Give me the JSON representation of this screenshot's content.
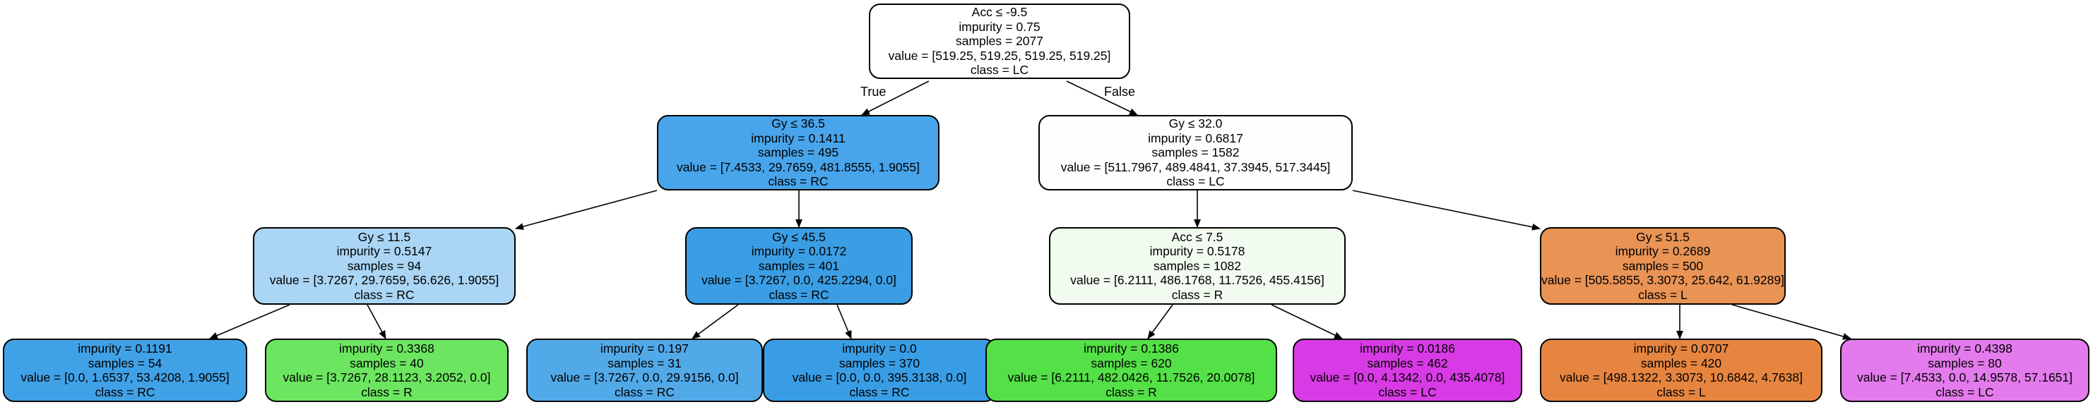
{
  "tree": {
    "edge_labels": {
      "true_label": "True",
      "false_label": "False"
    },
    "nodes": {
      "n0": {
        "condition": "Acc ≤ -9.5",
        "impurity": "impurity = 0.75",
        "samples": "samples = 2077",
        "value": "value = [519.25, 519.25, 519.25, 519.25]",
        "class": "class = LC",
        "fill": "#ffffff"
      },
      "n1": {
        "condition": "Gy ≤ 36.5",
        "impurity": "impurity = 0.1411",
        "samples": "samples = 495",
        "value": "value = [7.4533, 29.7659, 481.8555, 1.9055]",
        "class": "class = RC",
        "fill": "#48a5eb"
      },
      "n2": {
        "condition": "Gy ≤ 32.0",
        "impurity": "impurity = 0.6817",
        "samples": "samples = 1582",
        "value": "value = [511.7967, 489.4841, 37.3945, 517.3445]",
        "class": "class = LC",
        "fill": "#fefefe"
      },
      "n3": {
        "condition": "Gy ≤ 11.5",
        "impurity": "impurity = 0.5147",
        "samples": "samples = 94",
        "value": "value = [3.7267, 29.7659, 56.626, 1.9055]",
        "class": "class = RC",
        "fill": "#aad5f4"
      },
      "n4": {
        "condition": "Gy ≤ 45.5",
        "impurity": "impurity = 0.0172",
        "samples": "samples = 401",
        "value": "value = [3.7267, 0.0, 425.2294, 0.0]",
        "class": "class = RC",
        "fill": "#3b9ee5"
      },
      "n5": {
        "condition": "Acc ≤ 7.5",
        "impurity": "impurity = 0.5178",
        "samples": "samples = 1082",
        "value": "value = [6.2111, 486.1768, 11.7526, 455.4156]",
        "class": "class = R",
        "fill": "#f1fbef"
      },
      "n6": {
        "condition": "Gy ≤ 51.5",
        "impurity": "impurity = 0.2689",
        "samples": "samples = 500",
        "value": "value = [505.5855, 3.3073, 25.642, 61.9289]",
        "class": "class = L",
        "fill": "#e99355"
      },
      "n7": {
        "impurity": "impurity = 0.1191",
        "samples": "samples = 54",
        "value": "value = [0.0, 1.6537, 53.4208, 1.9055]",
        "class": "class = RC",
        "fill": "#41a1e6"
      },
      "n8": {
        "impurity": "impurity = 0.3368",
        "samples": "samples = 40",
        "value": "value = [3.7267, 28.1123, 3.2052, 0.0]",
        "class": "class = R",
        "fill": "#6ce660"
      },
      "n9": {
        "impurity": "impurity = 0.197",
        "samples": "samples = 31",
        "value": "value = [3.7267, 0.0, 29.9156, 0.0]",
        "class": "class = RC",
        "fill": "#52a9e8"
      },
      "n10": {
        "impurity": "impurity = 0.0",
        "samples": "samples = 370",
        "value": "value = [0.0, 0.0, 395.3138, 0.0]",
        "class": "class = RC",
        "fill": "#399de5"
      },
      "n11": {
        "impurity": "impurity = 0.1386",
        "samples": "samples = 620",
        "value": "value = [6.2111, 482.0426, 11.7526, 20.0078]",
        "class": "class = R",
        "fill": "#54e047"
      },
      "n12": {
        "impurity": "impurity = 0.0186",
        "samples": "samples = 462",
        "value": "value = [0.0, 4.1342, 0.0, 435.4078]",
        "class": "class = LC",
        "fill": "#d83be5"
      },
      "n13": {
        "impurity": "impurity = 0.0707",
        "samples": "samples = 420",
        "value": "value = [498.1322, 3.3073, 10.6842, 4.7638]",
        "class": "class = L",
        "fill": "#e68540"
      },
      "n14": {
        "impurity": "impurity = 0.4398",
        "samples": "samples = 80",
        "value": "value = [7.4533, 0.0, 14.9578, 57.1651]",
        "class": "class = LC",
        "fill": "#e47bed"
      }
    }
  }
}
